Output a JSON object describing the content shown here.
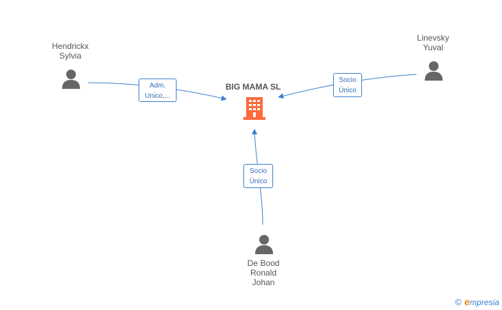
{
  "company": {
    "name": "BIG MAMA SL",
    "icon": "building-icon",
    "color": "#ff6a3d"
  },
  "persons": [
    {
      "id": "hendrickx",
      "line1": "Hendrickx",
      "line2": "Sylvia",
      "line3": "",
      "icon": "person-icon"
    },
    {
      "id": "linevsky",
      "line1": "Linevsky",
      "line2": "Yuval",
      "line3": "",
      "icon": "person-icon"
    },
    {
      "id": "debood",
      "line1": "De Bood",
      "line2": "Ronald",
      "line3": "Johan",
      "icon": "person-icon"
    }
  ],
  "roles": {
    "hendrickx": {
      "line1": "Adm.",
      "line2": "Unico,..."
    },
    "linevsky": {
      "line1": "Socio",
      "line2": "Único"
    },
    "debood": {
      "line1": "Socio",
      "line2": "Único"
    }
  },
  "brand": {
    "copyright": "©",
    "initial": "e",
    "rest": "mpresia"
  },
  "colors": {
    "link": "#3b7fd0",
    "person": "#666666",
    "text": "#555555"
  }
}
